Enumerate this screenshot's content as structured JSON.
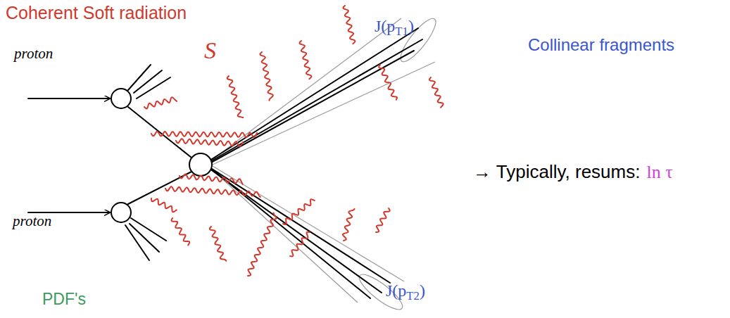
{
  "diagram": {
    "labels": [
      "Coherent Soft radiation",
      "S",
      "proton",
      "proton",
      "PDF's",
      "J(pT1)",
      "Collinear fragments",
      "→ Typically, resums:",
      "ln τ",
      "J(pT2)"
    ]
  }
}
